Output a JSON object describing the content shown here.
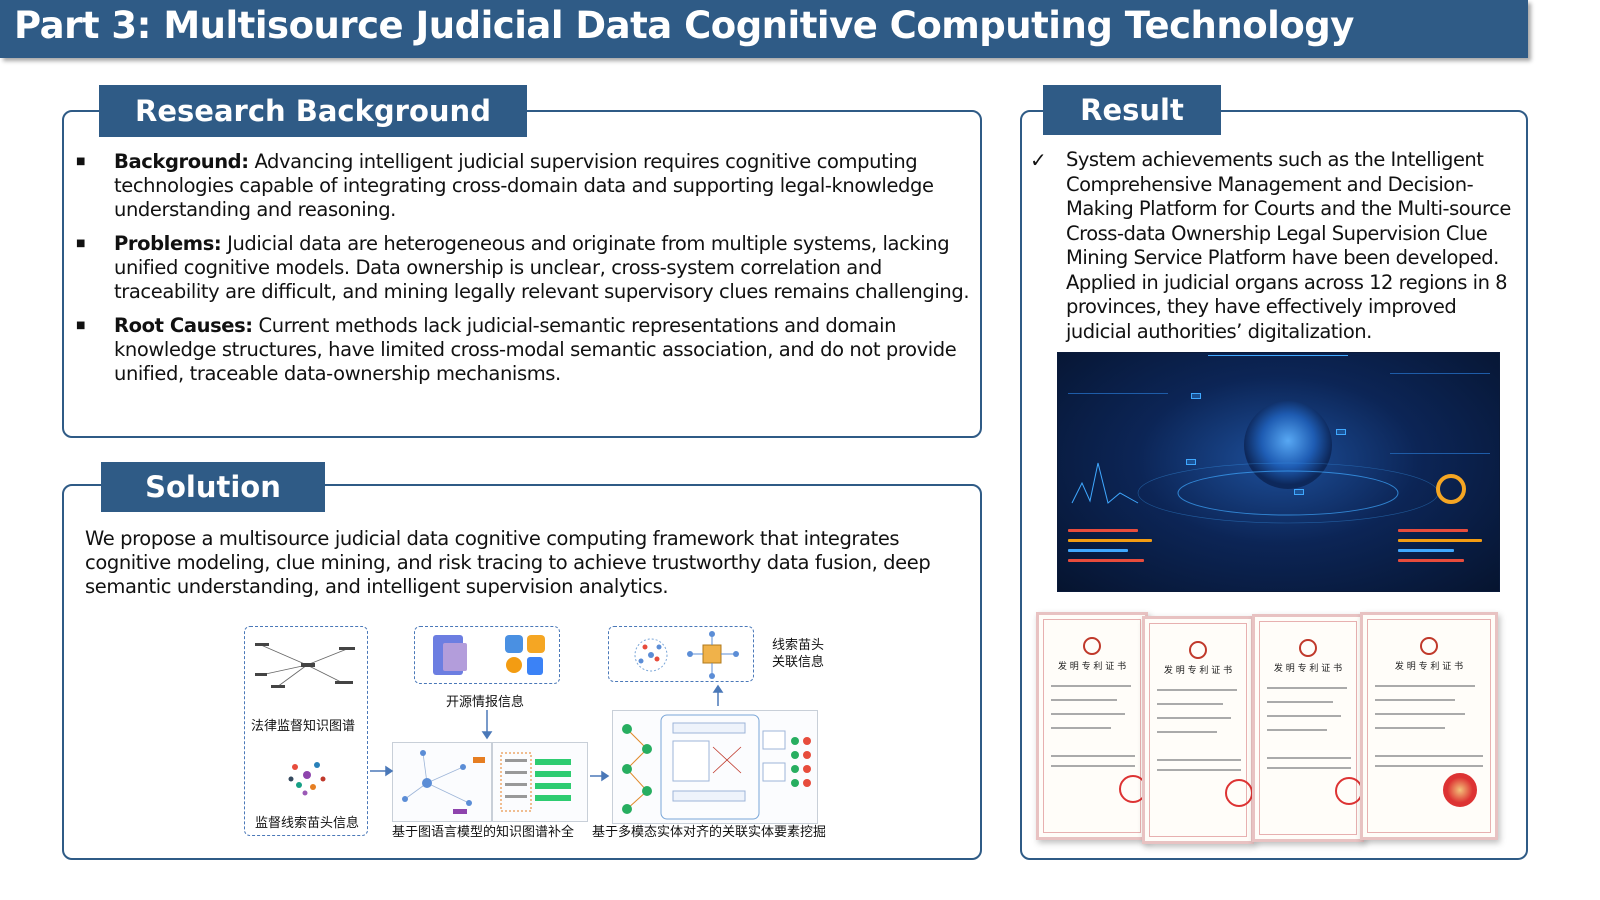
{
  "header": {
    "title": "Part 3:  Multisource Judicial Data Cognitive Computing Technology"
  },
  "research": {
    "tab": "Research Background",
    "items": [
      {
        "label": "Background:",
        "text": " Advancing intelligent judicial supervision requires cognitive computing technologies capable of integrating cross-domain data and supporting legal-knowledge understanding and reasoning."
      },
      {
        "label": "Problems:",
        "text": " Judicial data are heterogeneous and originate from multiple systems, lacking unified cognitive models. Data ownership is unclear, cross-system correlation and traceability are difficult, and mining legally relevant supervisory clues remains challenging."
      },
      {
        "label": "Root Causes:",
        "text": " Current methods lack judicial-semantic representations and domain knowledge structures, have limited cross-modal semantic association, and do not provide unified, traceable data-ownership mechanisms."
      }
    ]
  },
  "solution": {
    "tab": "Solution",
    "text": "We propose a multisource judicial data cognitive computing framework that integrates cognitive modeling, clue mining, and risk tracing to achieve trustworthy data fusion, deep semantic understanding, and intelligent supervision analytics.",
    "diagram": {
      "legal_kg": "法律监督知识图谱",
      "clue_info": "监督线索苗头信息",
      "osint": "开源情报信息",
      "clue_assoc_1": "线索苗头",
      "clue_assoc_2": "关联信息",
      "kg_completion": "基于图语言模型的知识图谱补全",
      "entity_mining": "基于多模态实体对齐的关联实体要素挖掘"
    }
  },
  "result": {
    "tab": "Result",
    "check": "✓",
    "text": "System achievements such as the Intelligent Comprehensive Management and Decision-Making Platform for Courts and the Multi-source Cross-data Ownership Legal Supervision Clue Mining Service Platform have been developed. Applied in judicial organs across 12 regions in 8 provinces, they have effectively improved judicial authorities’   digitalization.",
    "certificate_title": "发 明 专 利 证 书",
    "colors": {
      "accent": "#2f5b86",
      "dashboard_bg": "#0c2556",
      "seal": "#d33333"
    }
  }
}
